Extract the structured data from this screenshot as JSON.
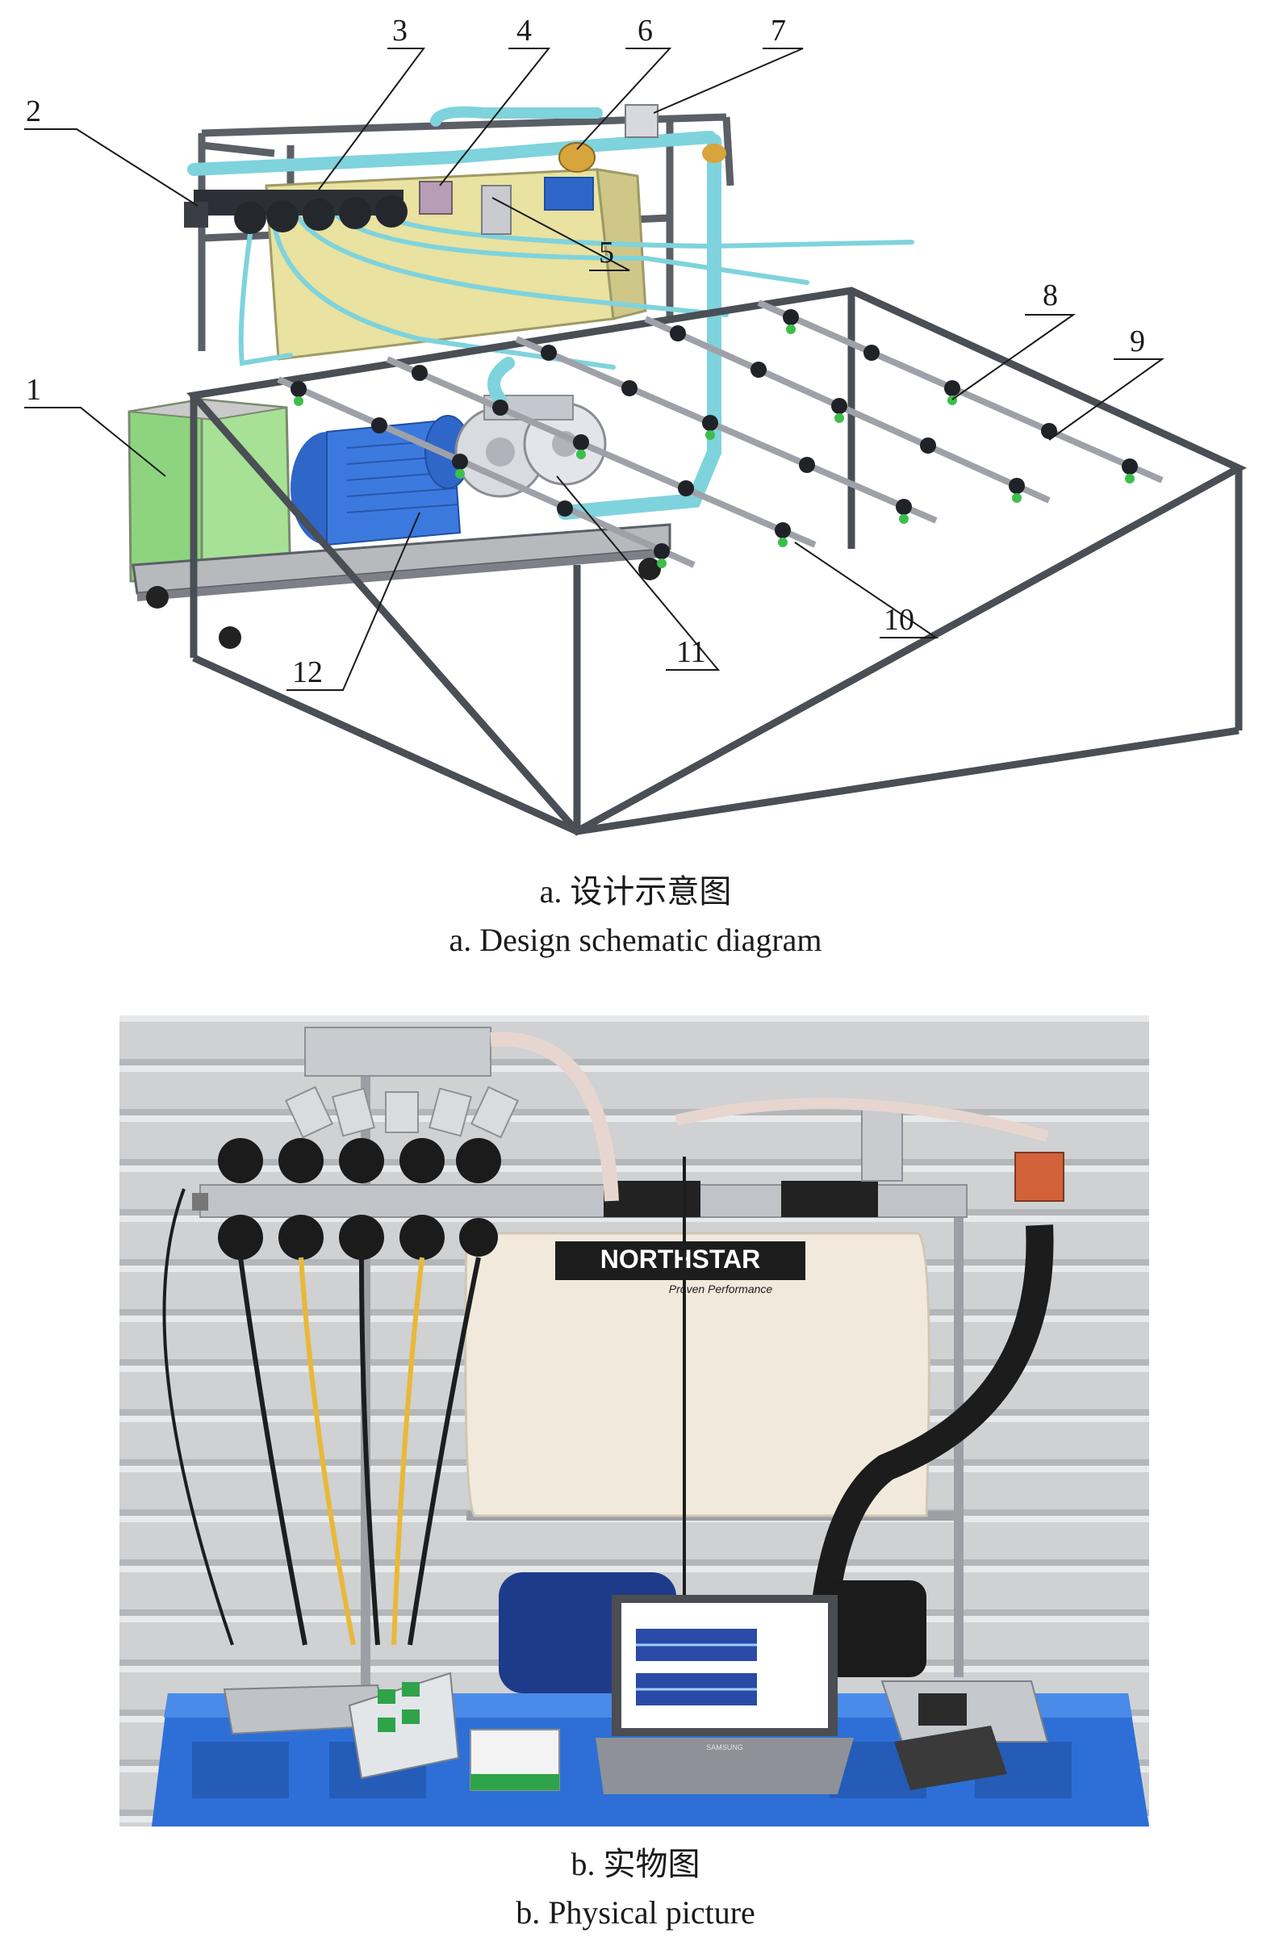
{
  "figure_a": {
    "caption_cn": "a. 设计示意图",
    "caption_en": "a. Design schematic diagram",
    "callouts": [
      "1",
      "2",
      "3",
      "4",
      "5",
      "6",
      "7",
      "8",
      "9",
      "10",
      "11",
      "12"
    ]
  },
  "figure_b": {
    "caption_cn": "b. 实物图",
    "caption_en": "b. Physical picture",
    "tank_label": "NORTHSTAR",
    "tank_tagline": "Proven Performance",
    "laptop_brand": "SAMSUNG"
  }
}
